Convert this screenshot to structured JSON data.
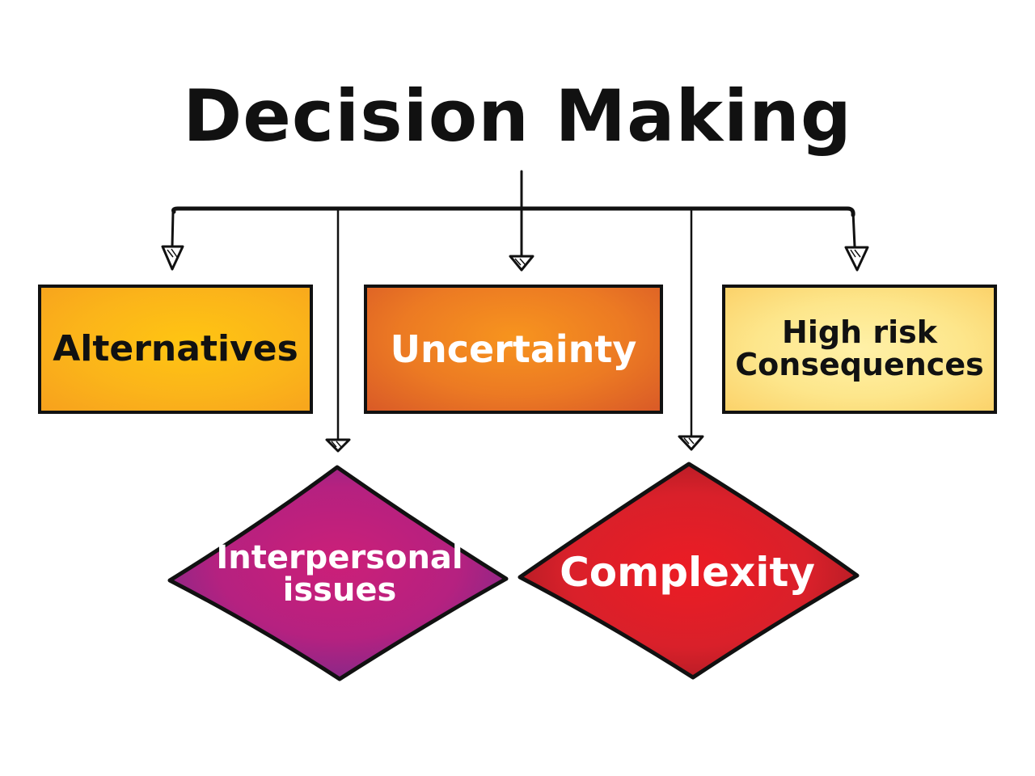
{
  "diagram": {
    "title": "Decision Making",
    "nodes": [
      {
        "id": "alternatives",
        "label": "Alternatives",
        "shape": "rectangle",
        "fill": "#fbb41a",
        "text_color": "#111111"
      },
      {
        "id": "uncertainty",
        "label": "Uncertainty",
        "shape": "rectangle",
        "fill": "#ec7a23",
        "text_color": "#ffffff"
      },
      {
        "id": "high-risk",
        "label_line1": "High risk",
        "label_line2": "Consequences",
        "shape": "rectangle",
        "fill": "#fde68b",
        "text_color": "#111111"
      },
      {
        "id": "interpersonal",
        "label_line1": "Interpersonal",
        "label_line2": "issues",
        "shape": "diamond",
        "fill": "#b52180",
        "text_color": "#ffffff"
      },
      {
        "id": "complexity",
        "label": "Complexity",
        "shape": "diamond",
        "fill": "#d9202a",
        "text_color": "#ffffff"
      }
    ],
    "edges": [
      {
        "from": "Decision Making",
        "to": "Alternatives"
      },
      {
        "from": "Decision Making",
        "to": "Interpersonal issues"
      },
      {
        "from": "Decision Making",
        "to": "Uncertainty"
      },
      {
        "from": "Decision Making",
        "to": "Complexity"
      },
      {
        "from": "Decision Making",
        "to": "High risk Consequences"
      }
    ]
  }
}
